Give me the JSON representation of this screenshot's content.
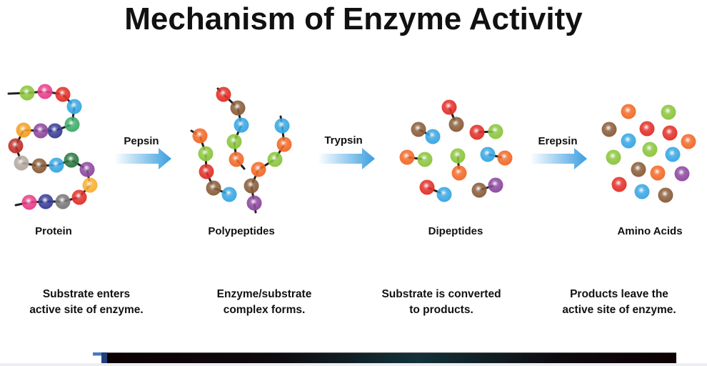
{
  "title": "Mechanism of Enzyme Activity",
  "enzymes": [
    "Pepsin",
    "Trypsin",
    "Erepsin"
  ],
  "stages": [
    "Protein",
    "Polypeptides",
    "Dipeptides",
    "Amino Acids"
  ],
  "descriptions": [
    [
      "Substrate enters",
      "active site of enzyme."
    ],
    [
      "Enzyme/substrate",
      "complex forms."
    ],
    [
      "Substrate is converted",
      "to products."
    ],
    [
      "Products leave the",
      "active site of enzyme."
    ]
  ],
  "colors": {
    "arrow": "#3a9ee0",
    "text": "#111111"
  }
}
